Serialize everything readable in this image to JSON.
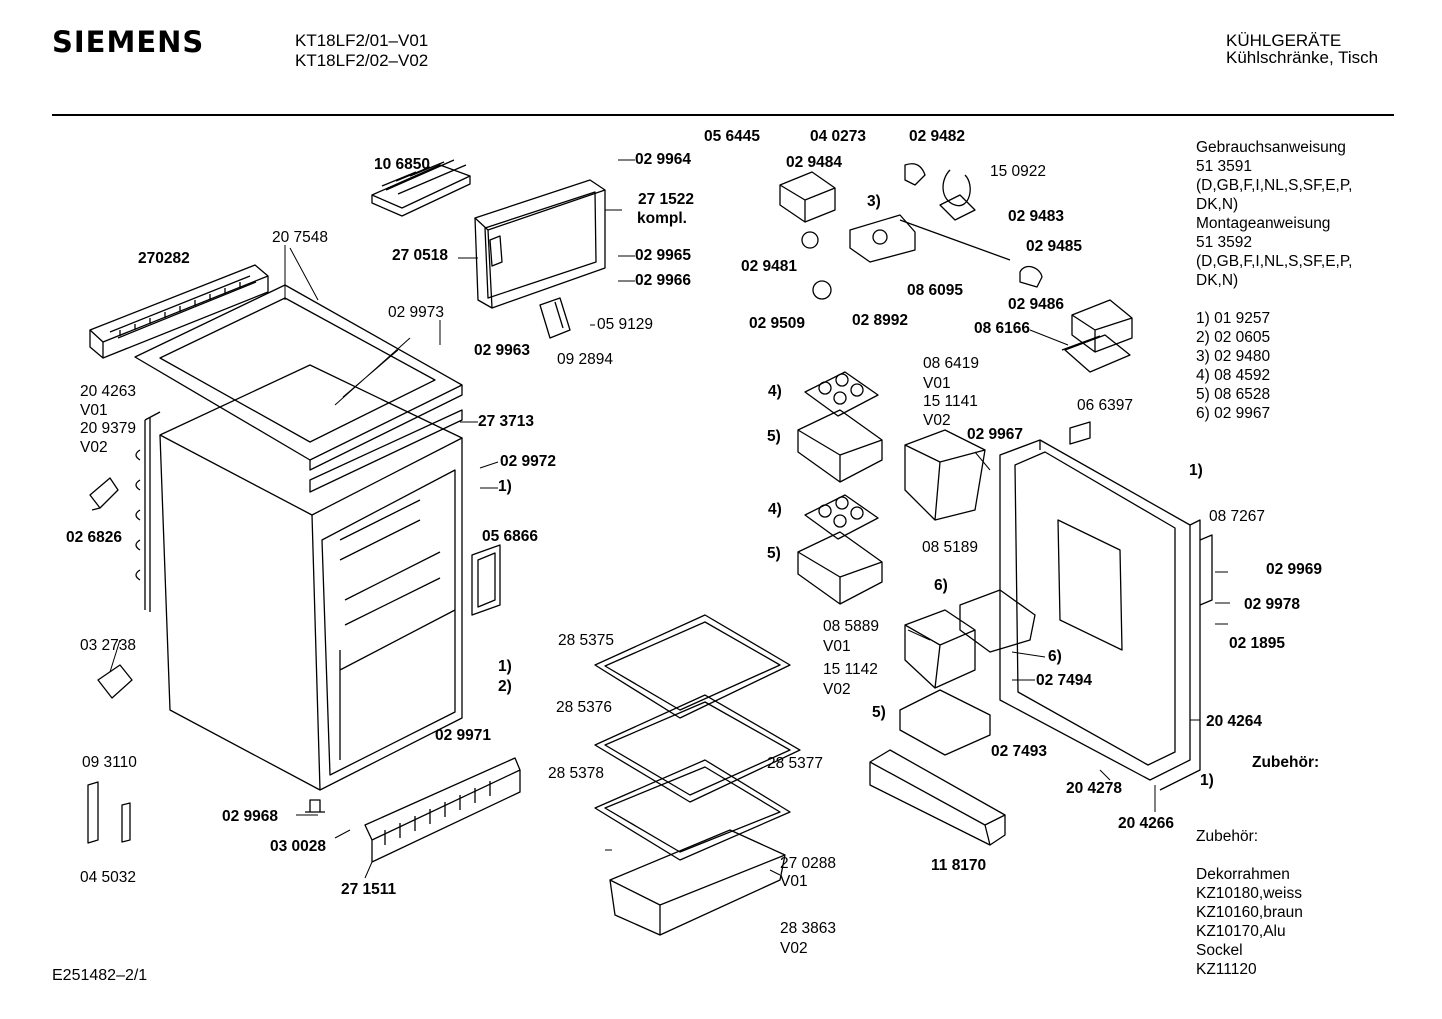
{
  "header": {
    "brand": "SIEMENS",
    "models": [
      "KT18LF2/01–V01",
      "KT18LF2/02–V02"
    ],
    "category": "KÜHLGERÄTE",
    "subcategory": "Kühlschränke, Tisch"
  },
  "footer_code": "E251482–2/1",
  "parts": [
    {
      "id": "p1",
      "text": "10 6850",
      "bold": true
    },
    {
      "id": "p2",
      "text": "02 9964",
      "bold": true
    },
    {
      "id": "p3",
      "text": "27 1522",
      "bold": true
    },
    {
      "id": "p4",
      "text": "kompl.",
      "bold": true
    },
    {
      "id": "p5",
      "text": "20 7548",
      "bold": false
    },
    {
      "id": "p6",
      "text": "270282",
      "bold": true
    },
    {
      "id": "p7",
      "text": "27 0518",
      "bold": true
    },
    {
      "id": "p8",
      "text": "02 9965",
      "bold": true
    },
    {
      "id": "p9",
      "text": "02 9966",
      "bold": true
    },
    {
      "id": "p10",
      "text": "02 9973",
      "bold": false
    },
    {
      "id": "p11",
      "text": "05 9129",
      "bold": false
    },
    {
      "id": "p12",
      "text": "02 9963",
      "bold": true
    },
    {
      "id": "p13",
      "text": "09 2894",
      "bold": false
    },
    {
      "id": "p14",
      "text": "20 4263",
      "bold": false
    },
    {
      "id": "p15",
      "text": "V01",
      "bold": false
    },
    {
      "id": "p16",
      "text": "20 9379",
      "bold": false
    },
    {
      "id": "p17",
      "text": "V02",
      "bold": false
    },
    {
      "id": "p18",
      "text": "27 3713",
      "bold": true
    },
    {
      "id": "p19",
      "text": "02 9972",
      "bold": true
    },
    {
      "id": "p20",
      "text": "1)",
      "bold": true
    },
    {
      "id": "p21",
      "text": "02 6826",
      "bold": true
    },
    {
      "id": "p22",
      "text": "05 6866",
      "bold": true
    },
    {
      "id": "p23",
      "text": "03 2738",
      "bold": false
    },
    {
      "id": "p24",
      "text": "1)",
      "bold": true
    },
    {
      "id": "p25",
      "text": "2)",
      "bold": true
    },
    {
      "id": "p26",
      "text": "02 9971",
      "bold": true
    },
    {
      "id": "p27",
      "text": "09 3110",
      "bold": false
    },
    {
      "id": "p28",
      "text": "04 5032",
      "bold": false
    },
    {
      "id": "p29",
      "text": "02 9968",
      "bold": true
    },
    {
      "id": "p30",
      "text": "03 0028",
      "bold": true
    },
    {
      "id": "p31",
      "text": "27 1511",
      "bold": true
    },
    {
      "id": "p32",
      "text": "05 6445",
      "bold": true
    },
    {
      "id": "p33",
      "text": "04 0273",
      "bold": true
    },
    {
      "id": "p34",
      "text": "02 9482",
      "bold": true
    },
    {
      "id": "p35",
      "text": "02 9484",
      "bold": true
    },
    {
      "id": "p36",
      "text": "15 0922",
      "bold": false
    },
    {
      "id": "p37",
      "text": "3)",
      "bold": true
    },
    {
      "id": "p38",
      "text": "02 9483",
      "bold": true
    },
    {
      "id": "p39",
      "text": "02 9485",
      "bold": true
    },
    {
      "id": "p40",
      "text": "02 9481",
      "bold": true
    },
    {
      "id": "p41",
      "text": "08 6095",
      "bold": true
    },
    {
      "id": "p42",
      "text": "02 9486",
      "bold": true
    },
    {
      "id": "p43",
      "text": "02 9509",
      "bold": true
    },
    {
      "id": "p44",
      "text": "02 8992",
      "bold": true
    },
    {
      "id": "p45",
      "text": "08 6166",
      "bold": true
    },
    {
      "id": "p46",
      "text": "08 6419",
      "bold": false
    },
    {
      "id": "p47",
      "text": "V01",
      "bold": false
    },
    {
      "id": "p48",
      "text": "15 1141",
      "bold": false
    },
    {
      "id": "p49",
      "text": "V02",
      "bold": false
    },
    {
      "id": "p50",
      "text": "06 6397",
      "bold": false
    },
    {
      "id": "p51",
      "text": "4)",
      "bold": true
    },
    {
      "id": "p52",
      "text": "5)",
      "bold": true
    },
    {
      "id": "p53",
      "text": "02 9967",
      "bold": true
    },
    {
      "id": "p54",
      "text": "1)",
      "bold": true
    },
    {
      "id": "p55",
      "text": "08 7267",
      "bold": false
    },
    {
      "id": "p56",
      "text": "4)",
      "bold": true
    },
    {
      "id": "p57",
      "text": "5)",
      "bold": true
    },
    {
      "id": "p58",
      "text": "08 5189",
      "bold": false
    },
    {
      "id": "p59",
      "text": "02 9969",
      "bold": true
    },
    {
      "id": "p60",
      "text": "02 9978",
      "bold": true
    },
    {
      "id": "p61",
      "text": "6)",
      "bold": true
    },
    {
      "id": "p62",
      "text": "02 1895",
      "bold": true
    },
    {
      "id": "p63",
      "text": "28 5375",
      "bold": false
    },
    {
      "id": "p64",
      "text": "08 5889",
      "bold": false
    },
    {
      "id": "p65",
      "text": "V01",
      "bold": false
    },
    {
      "id": "p66",
      "text": "15 1142",
      "bold": false
    },
    {
      "id": "p67",
      "text": "V02",
      "bold": false
    },
    {
      "id": "p68",
      "text": "6)",
      "bold": true
    },
    {
      "id": "p69",
      "text": "02 7494",
      "bold": true
    },
    {
      "id": "p70",
      "text": "28 5376",
      "bold": false
    },
    {
      "id": "p71",
      "text": "5)",
      "bold": true
    },
    {
      "id": "p72",
      "text": "20 4264",
      "bold": true
    },
    {
      "id": "p73",
      "text": "02 7493",
      "bold": true
    },
    {
      "id": "p74",
      "text": "28 5377",
      "bold": false
    },
    {
      "id": "p75",
      "text": "Zubehör:",
      "bold": true
    },
    {
      "id": "p76",
      "text": "28 5378",
      "bold": false
    },
    {
      "id": "p77",
      "text": "20 4278",
      "bold": true
    },
    {
      "id": "p78",
      "text": "1)",
      "bold": true
    },
    {
      "id": "p79",
      "text": "20 4266",
      "bold": true
    },
    {
      "id": "p80",
      "text": "11 8170",
      "bold": true
    },
    {
      "id": "p81",
      "text": "27 0288",
      "bold": false
    },
    {
      "id": "p82",
      "text": "V01",
      "bold": false
    },
    {
      "id": "p83",
      "text": "28 3863",
      "bold": false
    },
    {
      "id": "p84",
      "text": "V02",
      "bold": false
    }
  ],
  "side_notes": [
    "Gebrauchsanweisung",
    "51 3591",
    "(D,GB,F,I,NL,S,SF,E,P,",
    "DK,N)",
    "Montageanweisung",
    "51 3592",
    "(D,GB,F,I,NL,S,SF,E,P,",
    "DK,N)",
    "",
    "1)  01 9257",
    "2)  02 0605",
    "3)  02 9480",
    "4)  08 4592",
    "5)  08 6528",
    "6)  02 9967"
  ],
  "accessories": [
    "Zubehör:",
    "",
    "Dekorrahmen",
    "KZ10180,weiss",
    "KZ10160,braun",
    "KZ10170,Alu",
    "Sockel",
    "KZ11120"
  ]
}
